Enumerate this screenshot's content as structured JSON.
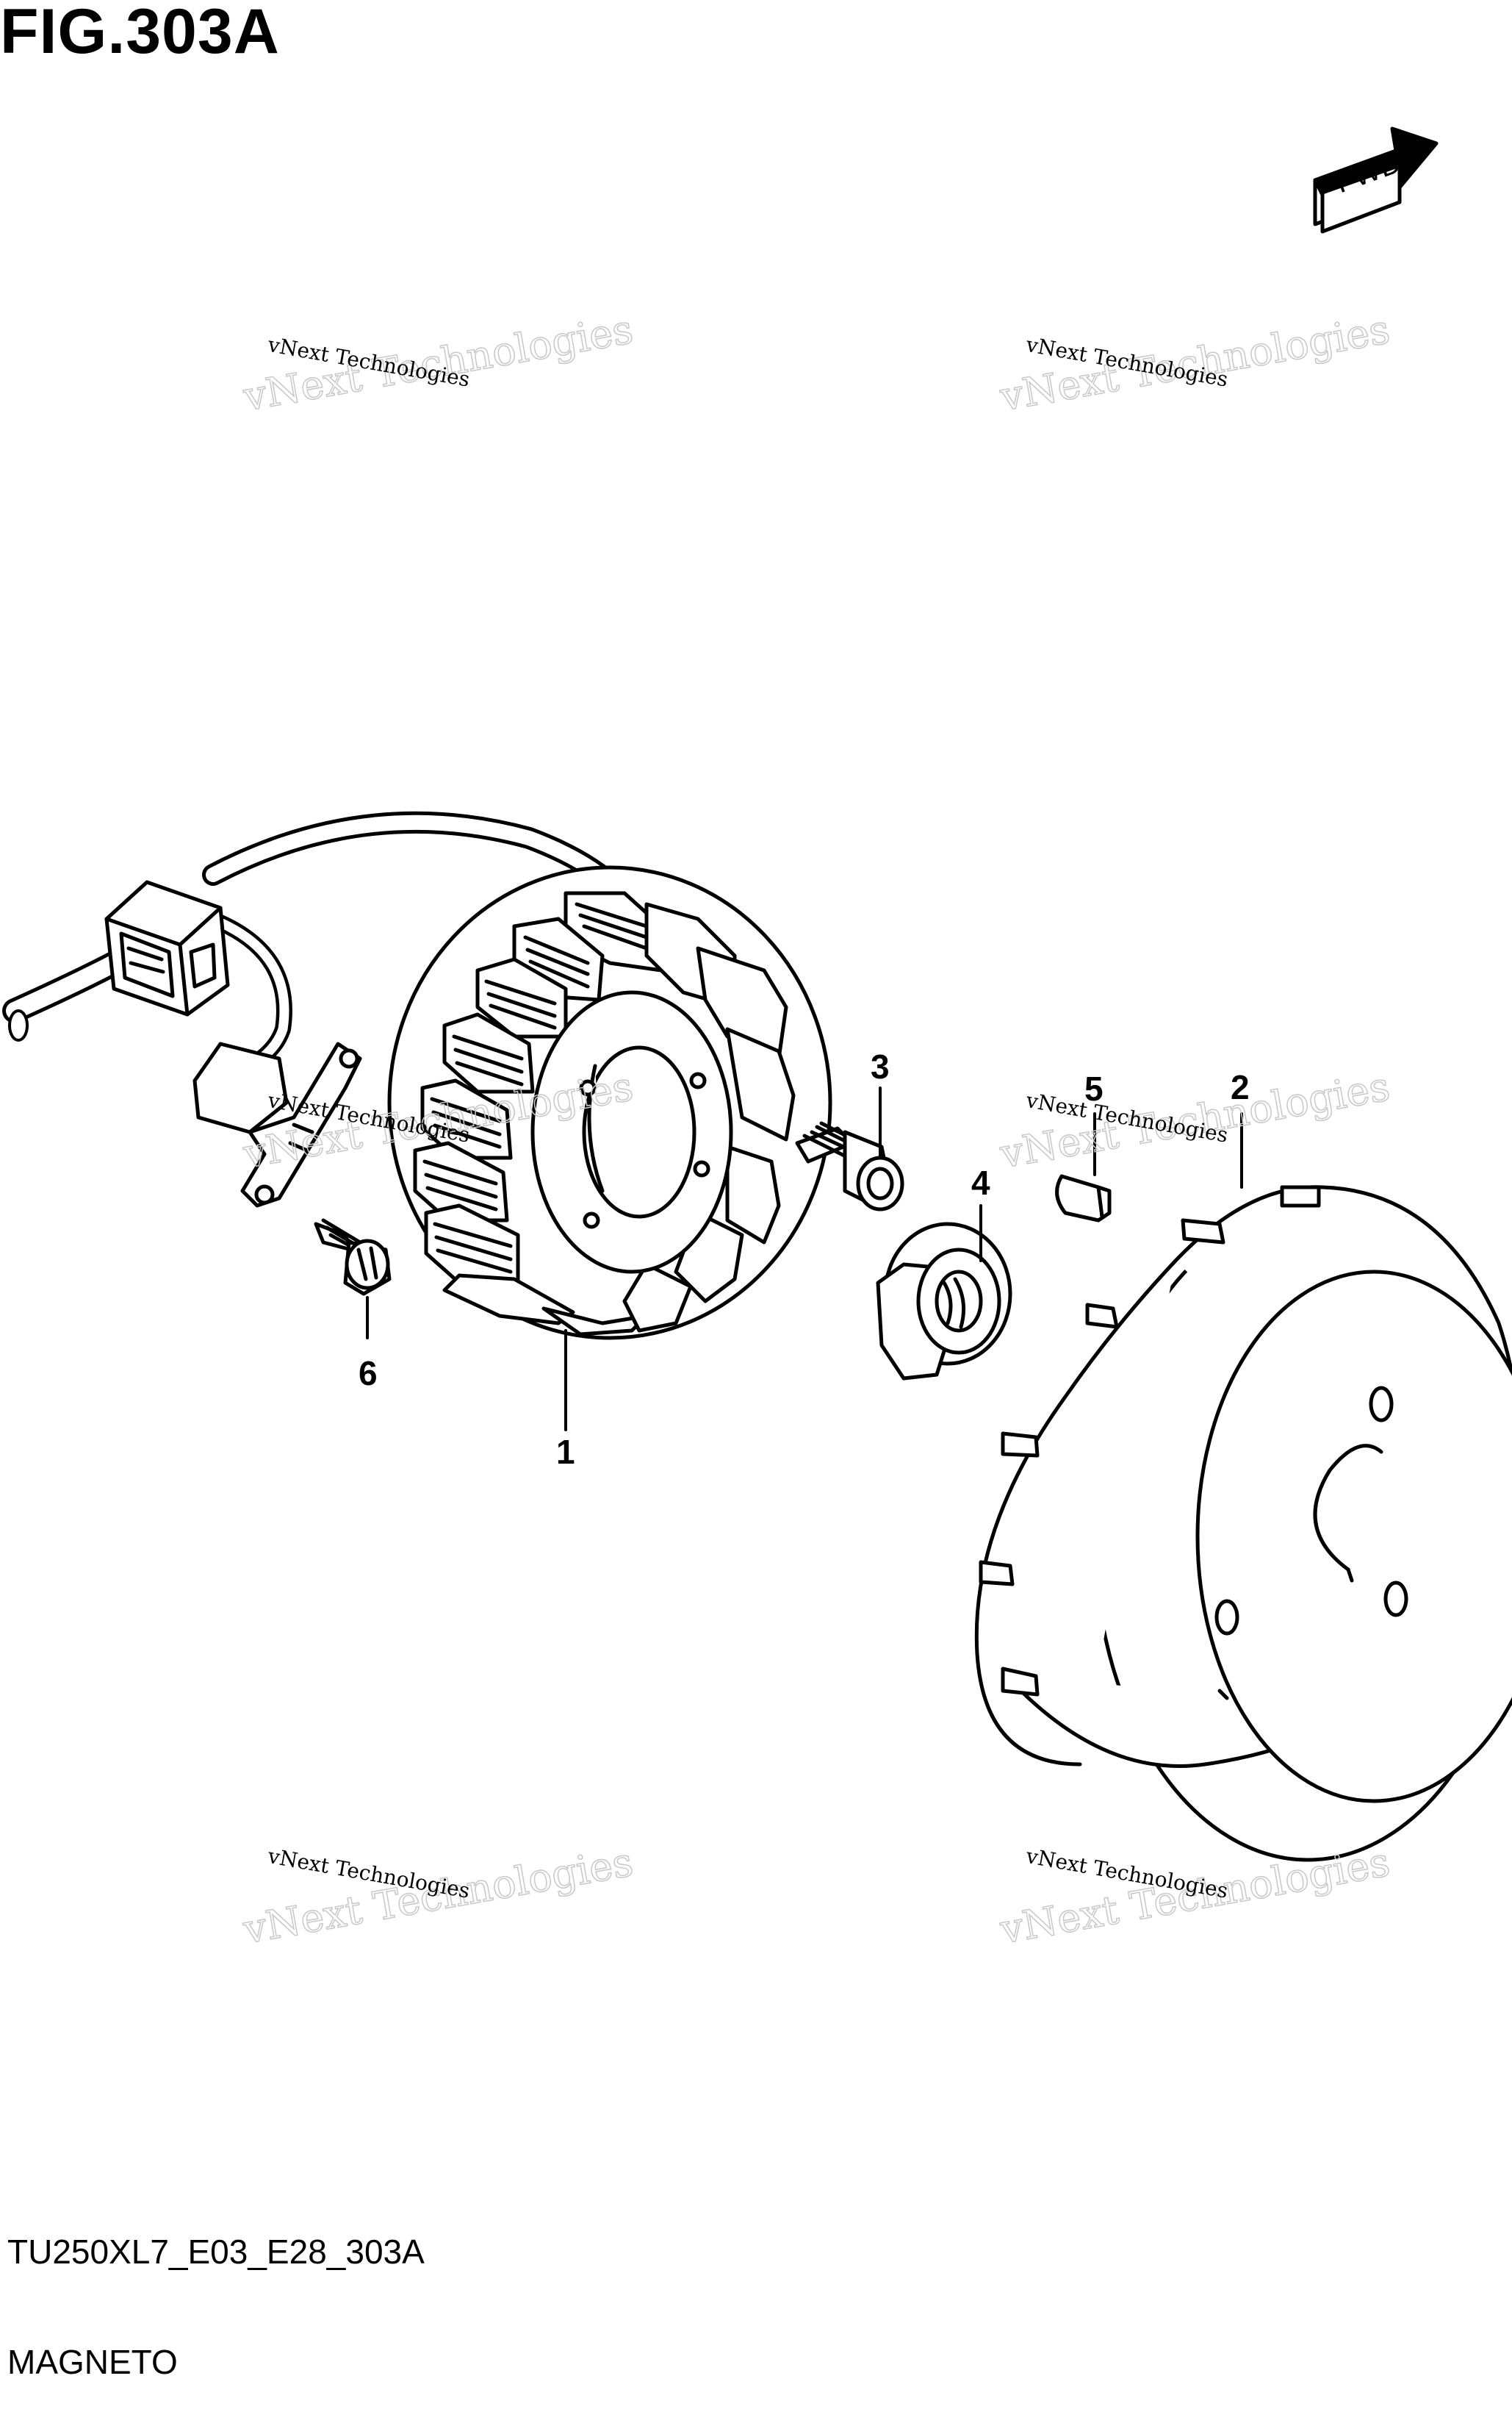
{
  "header": {
    "figure_title": "FIG.303A"
  },
  "footer": {
    "model_code": "TU250XL7_E03_E28_303A",
    "section_name": "MAGNETO"
  },
  "fwd_label": "FWD",
  "callouts": {
    "p1": "1",
    "p2": "2",
    "p3": "3",
    "p4": "4",
    "p5": "5",
    "p6": "6"
  },
  "watermark": {
    "text": "vNext Technologies"
  }
}
